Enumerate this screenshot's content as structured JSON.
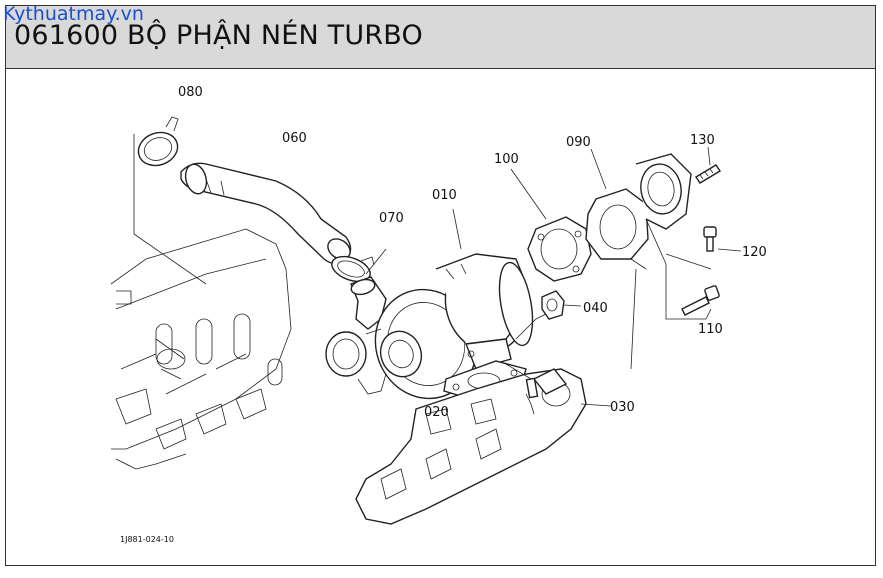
{
  "watermark": "Kythuatmay.vn",
  "title": "061600 BỘ PHẬN NÉN TURBO",
  "diagram_code": "1J881-024-10",
  "callouts": {
    "c080": "080",
    "c060": "060",
    "c070": "070",
    "c010": "010",
    "c100": "100",
    "c090": "090",
    "c130": "130",
    "c120": "120",
    "c040": "040",
    "c110": "110",
    "c020": "020",
    "c030": "030"
  }
}
